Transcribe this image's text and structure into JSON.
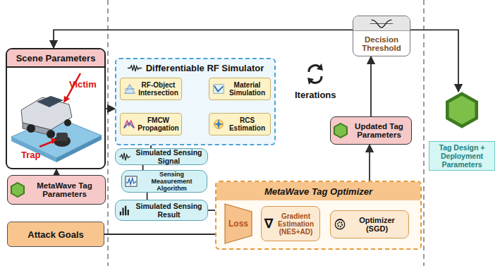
{
  "diagram": {
    "nodes": [
      {
        "text": [
          "Scene Parameters"
        ]
      },
      {
        "text": [
          "MetaWave Tag Parameters"
        ]
      },
      {
        "text": [
          "Attack Goals"
        ]
      },
      {
        "text": [
          "Differentiable RF Simulator"
        ]
      },
      {
        "text": [
          "RF-Object Intersection"
        ],
        "in": 3
      },
      {
        "text": [
          "Material Simulation"
        ],
        "in": 3
      },
      {
        "text": [
          "FMCW Propagation"
        ],
        "in": 3
      },
      {
        "text": [
          "RCS Estimation"
        ],
        "in": 3
      },
      {
        "text": [
          "Simulated Sensing Signal"
        ]
      },
      {
        "text": [
          "Sensing Measurement Algorithm"
        ]
      },
      {
        "text": [
          "Simulated Sensing Result"
        ]
      },
      {
        "text": [
          "MetaWave Tag Optimizer"
        ]
      },
      {
        "text": [
          "Loss"
        ],
        "in": 11
      },
      {
        "text": [
          "∇",
          "Gradient Estimation (NES+AD)"
        ],
        "in": 11
      },
      {
        "text": [
          "Optimizer (SGD)"
        ],
        "in": 11
      },
      {
        "text": [
          "Updated Tag Parameters"
        ]
      },
      {
        "text": [
          "Decision Threshold"
        ]
      },
      {
        "text": [
          "Tag Design + Deployment Parameters"
        ]
      }
    ],
    "edges": [
      {
        "from": 1,
        "to": 0,
        "arrow": "to"
      },
      {
        "from": 0,
        "to": 3,
        "arrow": "to"
      },
      {
        "from": 4,
        "to": 5,
        "arrow": "to"
      },
      {
        "from": 5,
        "to": 7,
        "arrow": "to"
      },
      {
        "from": 7,
        "to": 6,
        "arrow": "to"
      },
      {
        "from": 6,
        "to": 8,
        "arrow": "none"
      },
      {
        "from": 8,
        "to": 9,
        "arrow": "none"
      },
      {
        "from": 9,
        "to": 10,
        "arrow": "none"
      },
      {
        "from": 10,
        "to": 12,
        "arrow": "to"
      },
      {
        "from": 2,
        "to": 12,
        "arrow": "to"
      },
      {
        "from": 12,
        "to": 13,
        "arrow": "to"
      },
      {
        "from": 13,
        "to": 14,
        "arrow": "to"
      },
      {
        "from": 14,
        "to": 15,
        "arrow": "to"
      },
      {
        "from": 15,
        "to": 16,
        "arrow": "to"
      },
      {
        "from": 16,
        "to": 0,
        "arrow": "to"
      },
      {
        "from": 16,
        "to": 17,
        "arrow": "to"
      }
    ],
    "labels": [
      "Victim",
      "Trap",
      "Iterations"
    ]
  }
}
